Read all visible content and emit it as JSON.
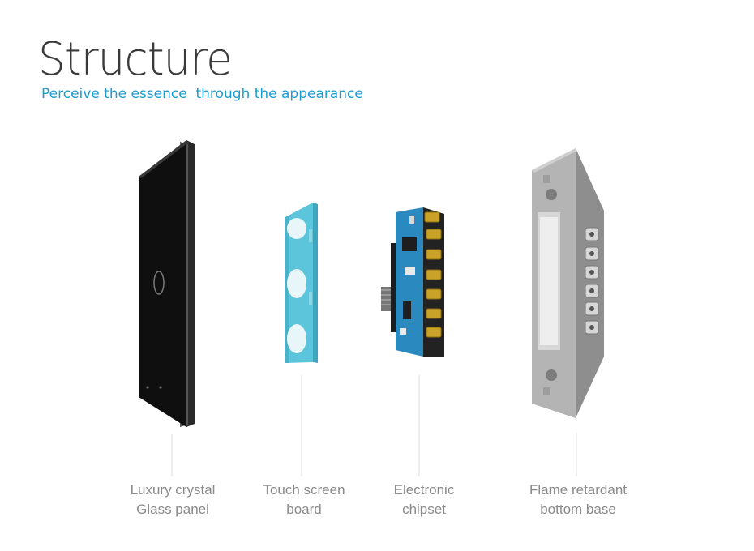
{
  "header": {
    "title": "Structure",
    "subtitle": "Perceive the essence  through the appearance"
  },
  "colors": {
    "accent": "#1b9bd1",
    "title_text": "#3a3a3a",
    "caption_text": "#8a8a8a",
    "glass_panel": "#111111",
    "touch_board": "#5cc5dc",
    "pcb": "#2a8ac0",
    "terminal": "#c9a227",
    "base": "#a9a9a9"
  },
  "components": [
    {
      "line1": "Luxury crystal",
      "line2": "Glass panel"
    },
    {
      "line1": "Touch screen",
      "line2": "board"
    },
    {
      "line1": "Electronic",
      "line2": "chipset"
    },
    {
      "line1": "Flame retardant",
      "line2": "bottom base"
    }
  ]
}
